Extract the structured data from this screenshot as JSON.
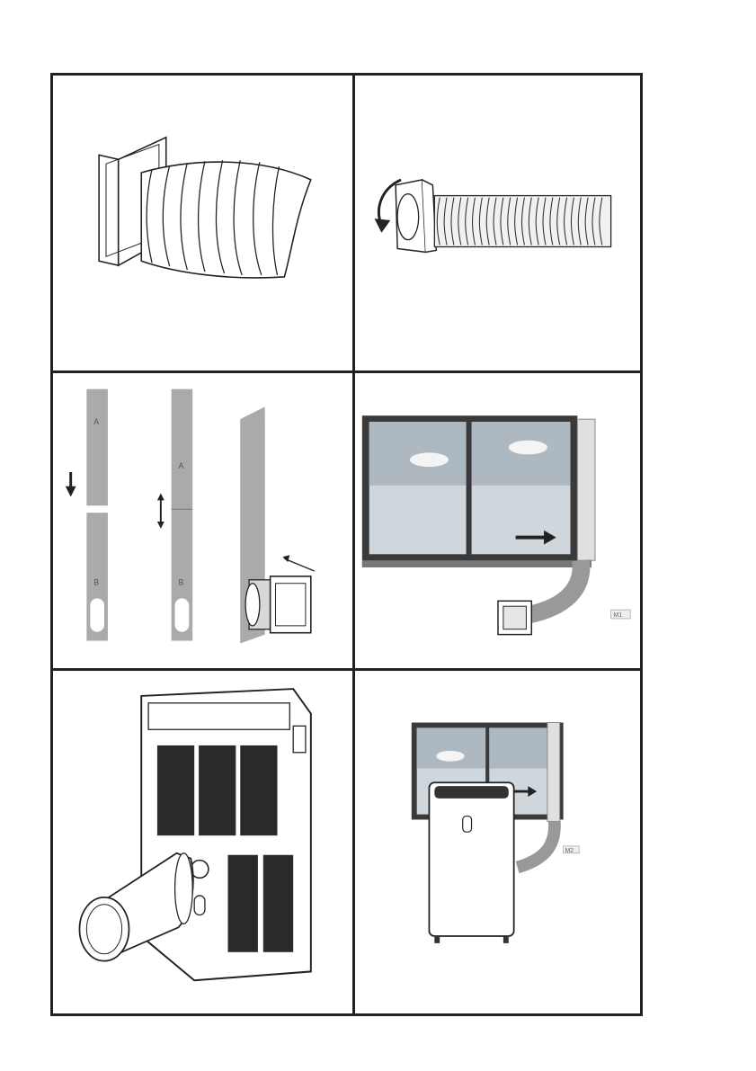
{
  "panels": {
    "p1": {
      "icon": "hose-wall-adapter"
    },
    "p2": {
      "icon": "hose-coupling-rotate"
    },
    "p3": {
      "icon": "window-slider-kit",
      "label_a1": "A",
      "label_b1": "B",
      "label_a2": "A",
      "label_b2": "B"
    },
    "p4": {
      "icon": "window-installation",
      "tag": "M1"
    },
    "p5": {
      "icon": "unit-back-hose"
    },
    "p6": {
      "icon": "unit-at-window",
      "tag": "M2"
    }
  }
}
